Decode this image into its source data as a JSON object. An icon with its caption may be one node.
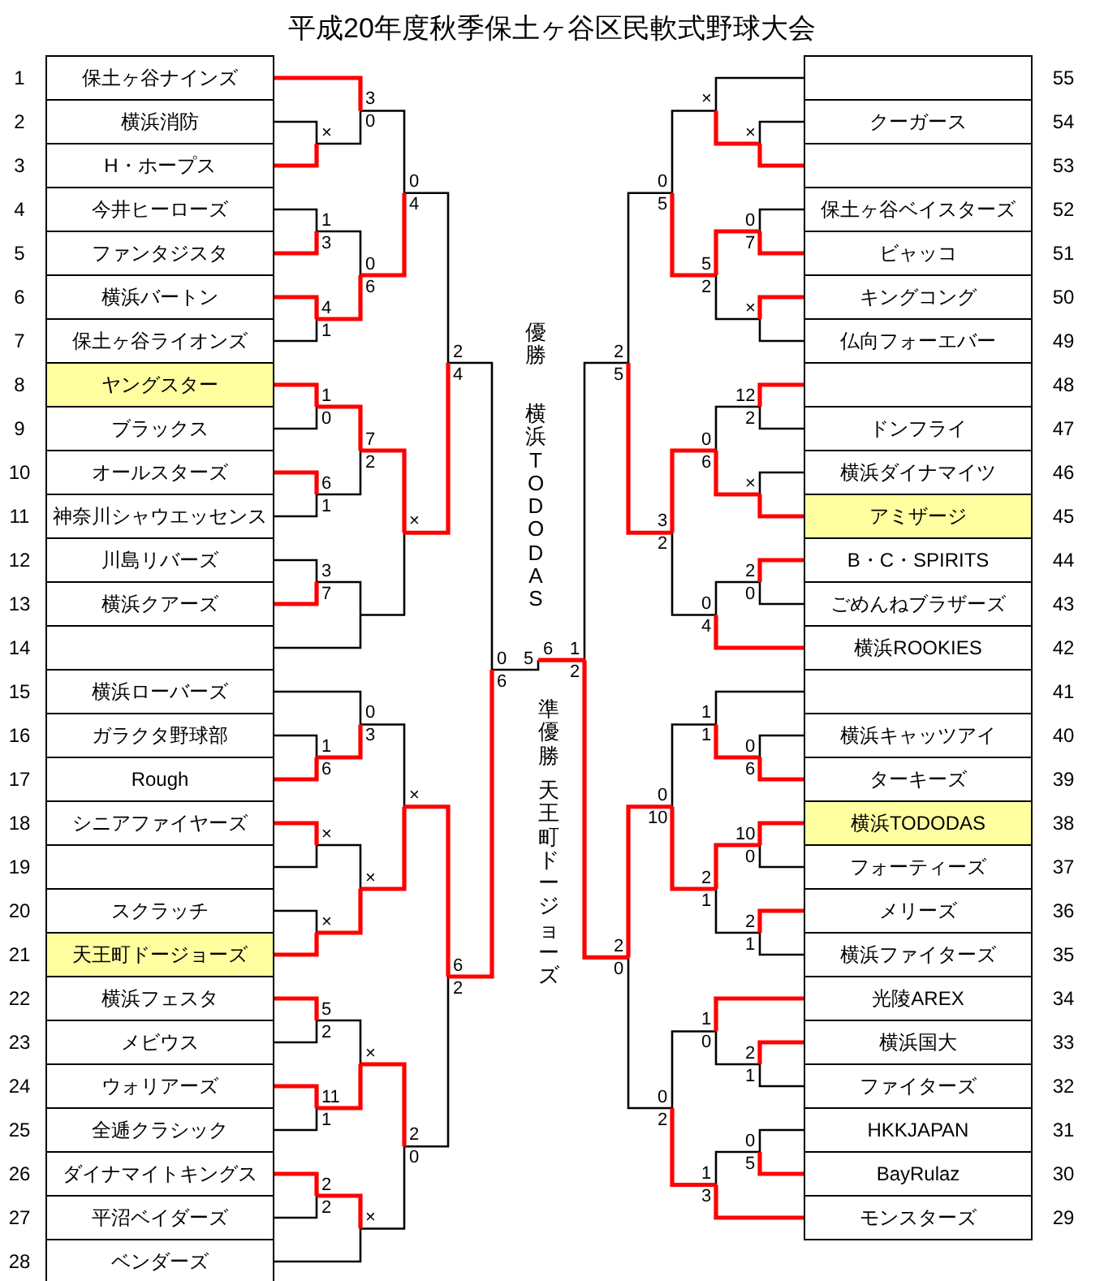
{
  "diagram": {
    "title": "平成20年度秋季保土ヶ谷区民軟式野球大会",
    "nodes": [
      {
        "text": [
          "保土ヶ谷ナインズ"
        ],
        "beside": [
          "1"
        ]
      },
      {
        "text": [
          "横浜消防"
        ],
        "beside": [
          "2"
        ]
      },
      {
        "text": [
          "H・ホープス"
        ],
        "beside": [
          "3"
        ]
      },
      {
        "text": [
          "今井ヒーローズ"
        ],
        "beside": [
          "4"
        ]
      },
      {
        "text": [
          "ファンタジスタ"
        ],
        "beside": [
          "5"
        ]
      },
      {
        "text": [
          "横浜バートン"
        ],
        "beside": [
          "6"
        ]
      },
      {
        "text": [
          "保土ヶ谷ライオンズ"
        ],
        "beside": [
          "7"
        ]
      },
      {
        "text": [
          "ヤングスター"
        ],
        "beside": [
          "8"
        ]
      },
      {
        "text": [
          "ブラックス"
        ],
        "beside": [
          "9"
        ]
      },
      {
        "text": [
          "オールスターズ"
        ],
        "beside": [
          "10"
        ]
      },
      {
        "text": [
          "神奈川シャウエッセンス"
        ],
        "beside": [
          "11"
        ]
      },
      {
        "text": [
          "川島リバーズ"
        ],
        "beside": [
          "12"
        ]
      },
      {
        "text": [
          "横浜クアーズ"
        ],
        "beside": [
          "13"
        ]
      },
      {
        "text": [],
        "shape": "box",
        "beside": [
          "14"
        ]
      },
      {
        "text": [
          "横浜ローバーズ"
        ],
        "beside": [
          "15"
        ]
      },
      {
        "text": [
          "ガラクタ野球部"
        ],
        "beside": [
          "16"
        ]
      },
      {
        "text": [
          "Rough"
        ],
        "beside": [
          "17"
        ]
      },
      {
        "text": [
          "シニアファイヤーズ"
        ],
        "beside": [
          "18"
        ]
      },
      {
        "text": [],
        "shape": "box",
        "beside": [
          "19"
        ]
      },
      {
        "text": [
          "スクラッチ"
        ],
        "beside": [
          "20"
        ]
      },
      {
        "text": [
          "天王町ドージョーズ"
        ],
        "beside": [
          "21"
        ]
      },
      {
        "text": [
          "横浜フェスタ"
        ],
        "beside": [
          "22"
        ]
      },
      {
        "text": [
          "メビウス"
        ],
        "beside": [
          "23"
        ]
      },
      {
        "text": [
          "ウォリアーズ"
        ],
        "beside": [
          "24"
        ]
      },
      {
        "text": [
          "全逓クラシック"
        ],
        "beside": [
          "25"
        ]
      },
      {
        "text": [
          "ダイナマイトキングス"
        ],
        "beside": [
          "26"
        ]
      },
      {
        "text": [
          "平沼ベイダーズ"
        ],
        "beside": [
          "27"
        ]
      },
      {
        "text": [
          "ベンダーズ"
        ],
        "beside": [
          "28"
        ]
      },
      {
        "text": [],
        "shape": "box",
        "beside": [
          "55"
        ]
      },
      {
        "text": [
          "クーガース"
        ],
        "beside": [
          "54"
        ]
      },
      {
        "text": [],
        "shape": "box",
        "beside": [
          "53"
        ]
      },
      {
        "text": [
          "保土ヶ谷ベイスターズ"
        ],
        "beside": [
          "52"
        ]
      },
      {
        "text": [
          "ビャッコ"
        ],
        "beside": [
          "51"
        ]
      },
      {
        "text": [
          "キングコング"
        ],
        "beside": [
          "50"
        ]
      },
      {
        "text": [
          "仏向フォーエバー"
        ],
        "beside": [
          "49"
        ]
      },
      {
        "text": [],
        "shape": "box",
        "beside": [
          "48"
        ]
      },
      {
        "text": [
          "ドンフライ"
        ],
        "beside": [
          "47"
        ]
      },
      {
        "text": [
          "横浜ダイナマイツ"
        ],
        "beside": [
          "46"
        ]
      },
      {
        "text": [
          "アミザージ"
        ],
        "beside": [
          "45"
        ]
      },
      {
        "text": [
          "B・C・SPIRITS"
        ],
        "beside": [
          "44"
        ]
      },
      {
        "text": [
          "ごめんねブラザーズ"
        ],
        "beside": [
          "43"
        ]
      },
      {
        "text": [
          "横浜ROOKIES"
        ],
        "beside": [
          "42"
        ]
      },
      {
        "text": [],
        "shape": "box",
        "beside": [
          "41"
        ]
      },
      {
        "text": [
          "横浜キャッツアイ"
        ],
        "beside": [
          "40"
        ]
      },
      {
        "text": [
          "ターキーズ"
        ],
        "beside": [
          "39"
        ]
      },
      {
        "text": [
          "横浜TODODAS"
        ],
        "beside": [
          "38"
        ]
      },
      {
        "text": [
          "フォーティーズ"
        ],
        "beside": [
          "37"
        ]
      },
      {
        "text": [
          "メリーズ"
        ],
        "beside": [
          "36"
        ]
      },
      {
        "text": [
          "横浜ファイターズ"
        ],
        "beside": [
          "35"
        ]
      },
      {
        "text": [
          "光陵AREX"
        ],
        "beside": [
          "34"
        ]
      },
      {
        "text": [
          "横浜国大"
        ],
        "beside": [
          "33"
        ]
      },
      {
        "text": [
          "ファイターズ"
        ],
        "beside": [
          "32"
        ]
      },
      {
        "text": [
          "HKKJAPAN"
        ],
        "beside": [
          "31"
        ]
      },
      {
        "text": [
          "BayRulaz"
        ],
        "beside": [
          "30"
        ]
      },
      {
        "text": [
          "モンスターズ"
        ],
        "beside": [
          "29"
        ]
      }
    ],
    "labels": [
      "×",
      "3",
      "0",
      "1",
      "3",
      "4",
      "1",
      "0",
      "6",
      "0",
      "4",
      "1",
      "0",
      "6",
      "1",
      "7",
      "2",
      "3",
      "7",
      "×",
      "2",
      "4",
      "1",
      "6",
      "0",
      "3",
      "×",
      "×",
      "×",
      "×",
      "5",
      "2",
      "11",
      "1",
      "×",
      "2",
      "2",
      "×",
      "2",
      "0",
      "6",
      "2",
      "0",
      "6",
      "×",
      "×",
      "0",
      "7",
      "×",
      "5",
      "2",
      "0",
      "5",
      "12",
      "2",
      "×",
      "0",
      "6",
      "2",
      "0",
      "0",
      "4",
      "3",
      "2",
      "2",
      "5",
      "0",
      "6",
      "1",
      "1",
      "10",
      "0",
      "2",
      "1",
      "2",
      "1",
      "0",
      "10",
      "2",
      "1",
      "1",
      "0",
      "0",
      "5",
      "1",
      "3",
      "0",
      "2",
      "2",
      "0",
      "1",
      "2",
      "5",
      "6",
      "優勝",
      "横浜TODODAS",
      "準優勝",
      "天王町ドージョーズ"
    ]
  }
}
